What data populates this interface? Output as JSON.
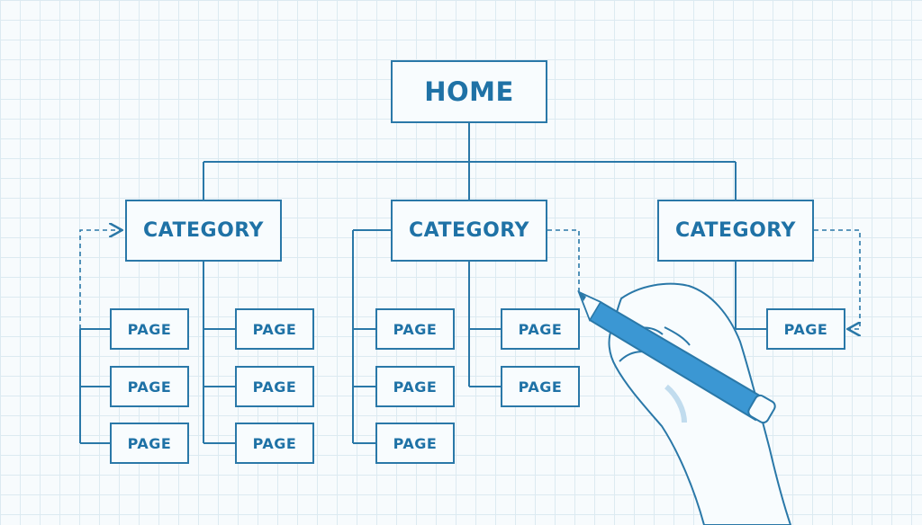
{
  "diagram": {
    "home_label": "HOME",
    "category_label": "CATEGORY",
    "page_label": "PAGE"
  },
  "colors": {
    "line": "#2a78a8",
    "text": "#1f72a6",
    "grid": "#dceaf1",
    "pencil": "#3b97d3"
  },
  "icons": {
    "hand": "hand-drawing-icon",
    "pencil": "pencil-icon"
  }
}
